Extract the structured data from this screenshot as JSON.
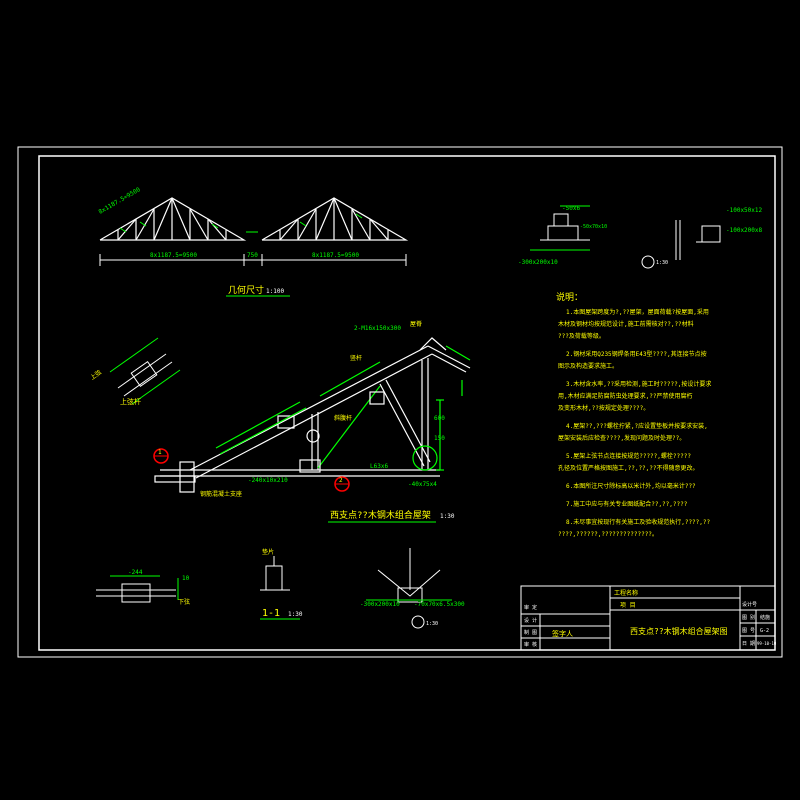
{
  "truss_elevation": {
    "title": "几何尺寸",
    "scale": "1:100",
    "span_left": "8x1187.5=9500",
    "gap": "750",
    "span_right": "8x1187.5=9500",
    "top_chord_label": "8x1187.5=9500"
  },
  "main_detail": {
    "title": "西支点??木钢木组合屋架",
    "scale": "1:30",
    "marker_left": "1",
    "marker_mid": "2",
    "labels": {
      "top_left_1": "上弦",
      "top_left_2": "上弦杆",
      "top_bolt": "2-M16x150x300",
      "ridge": "屋脊",
      "bottom_chord": "L63x6",
      "support_note": "钢筋混凝土支座",
      "web_left": "斜腹杆",
      "web_right": "竖杆",
      "dim_a": "600",
      "dim_b": "150",
      "plate": "-240x10x210",
      "plate2": "-40x75x4"
    }
  },
  "detail_top_right_a": {
    "label_top": "-50x6",
    "label_side": "-50x70x10",
    "label_bottom": "-300x200x10"
  },
  "detail_top_right_b": {
    "label_top": "-100x50x12",
    "label_side": "-100x200x8",
    "scale": "1:30"
  },
  "notes": {
    "heading": "说明：",
    "lines": [
      "1.本图屋架跨度为?,??屋架，屋面荷载?按屋面,采用",
      "木材及钢材均按规范设计,施工前需核对??,??材料",
      "???及荷载等级。",
      "2.钢材采用Q235钢焊条用E43型????,其连接节点按",
      "图示及构造要求施工。",
      "3.木材含水率,??采用检测,施工时?????,按设计要求",
      "用,木材应满足防腐防虫处理要求,??严禁使用腐朽",
      "及变形木材,??按规定处理????。",
      "4.屋架??,???螺栓拧紧,?应设置垫板并按要求安装,",
      "屋架安装后应检查????,发现问题及时处理??。",
      "5.屋架上弦节点连接按规范?????,螺栓?????",
      "孔径及位置严格按图施工,??,??,??不得随意更改。",
      "6.本图所注尺寸除标高以米计外,均以毫米计???",
      "7.施工中应与有关专业图纸配合??,??,????",
      "8.未尽事宜按现行有关施工及验收规范执行,????,??",
      "????,??????,??????????????。"
    ]
  },
  "bottom_details": {
    "left_label_a": "-244",
    "left_label_b": "10",
    "left_note": "下弦",
    "section_title": "1-1",
    "section_scale": "1:30",
    "section_note": "垫片",
    "center_label": "-300x200x10",
    "center_label2": "-70x70x6.5x300",
    "center_scale": "1:30"
  },
  "title_block": {
    "project_label": "工程名称",
    "item_label": "项 目",
    "drawing_title": "西支点??木钢木组合屋架图",
    "rows_left": [
      "设 计",
      "制 图",
      "审 核",
      "审 定"
    ],
    "designer_mark": "签字人",
    "right_labels": [
      "设计号",
      "图 别",
      "图 号",
      "日 期"
    ],
    "right_values": [
      "",
      "结施",
      "G-2",
      "99-10-10"
    ]
  }
}
